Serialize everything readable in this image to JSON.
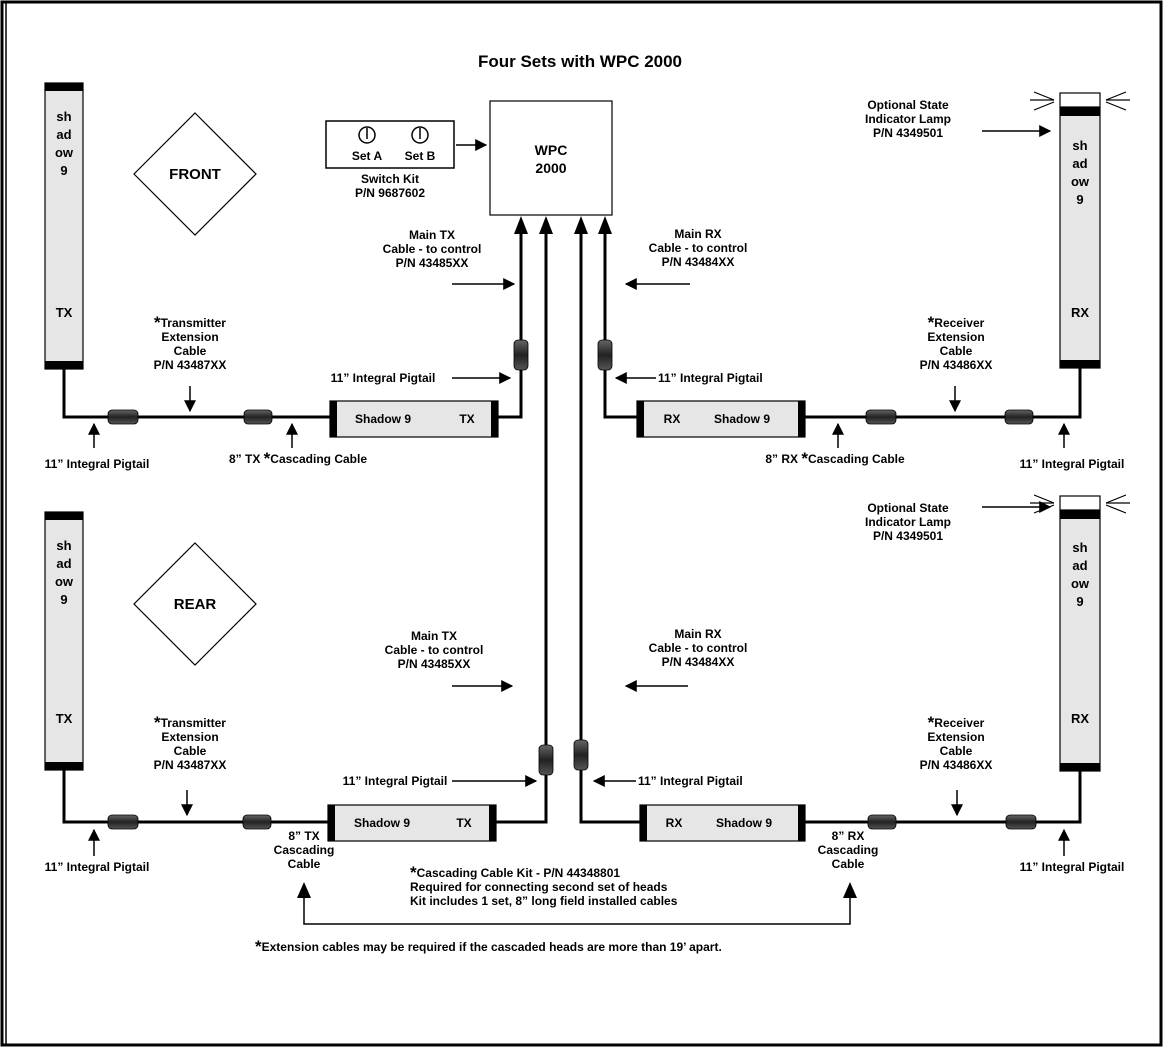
{
  "title": "Four Sets with WPC 2000",
  "controller": {
    "line1": "WPC",
    "line2": "2000"
  },
  "switch_kit": {
    "set_a": "Set A",
    "set_b": "Set B",
    "label": "Switch Kit",
    "pn": "P/N 9687602"
  },
  "front_label": "FRONT",
  "rear_label": "REAR",
  "vertical_tx": "shadow9",
  "vertical_rx": "shadow9",
  "tx_tag": "TX",
  "rx_tag": "RX",
  "horiz_tx": {
    "name": "Shadow 9",
    "tag": "TX"
  },
  "horiz_rx": {
    "name": "Shadow 9",
    "tag": "RX"
  },
  "main_tx": {
    "l1": "Main TX",
    "l2": "Cable - to control",
    "l3": "P/N 43485XX"
  },
  "main_rx": {
    "l1": "Main RX",
    "l2": "Cable - to control",
    "l3": "P/N 43484XX"
  },
  "tx_ext": {
    "l1": "Transmitter",
    "l2": "Extension",
    "l3": "Cable",
    "l4": "P/N 43487XX"
  },
  "rx_ext": {
    "l1": "Receiver",
    "l2": "Extension",
    "l3": "Cable",
    "l4": "P/N 43486XX"
  },
  "lamp": {
    "l1": "Optional State",
    "l2": "Indicator Lamp",
    "l3": "P/N 4349501"
  },
  "pigtail": "11” Integral Pigtail",
  "tx_cascade_front": "8” TX",
  "rx_cascade_front": "8” RX",
  "cascading_cable": "Cascading Cable",
  "rear_tx_cascade": {
    "l1": "8” TX",
    "l2": "Cascading",
    "l3": "Cable"
  },
  "rear_rx_cascade": {
    "l1": "8” RX",
    "l2": "Cascading",
    "l3": "Cable"
  },
  "kit_note": {
    "l1": "Cascading Cable Kit - P/N 44348801",
    "l2": "Required for connecting second set of heads",
    "l3": "Kit includes 1 set,  8” long field installed cables"
  },
  "footnote": "Extension cables may be required if the cascaded heads are more than 19’ apart.",
  "asterisk": "*"
}
